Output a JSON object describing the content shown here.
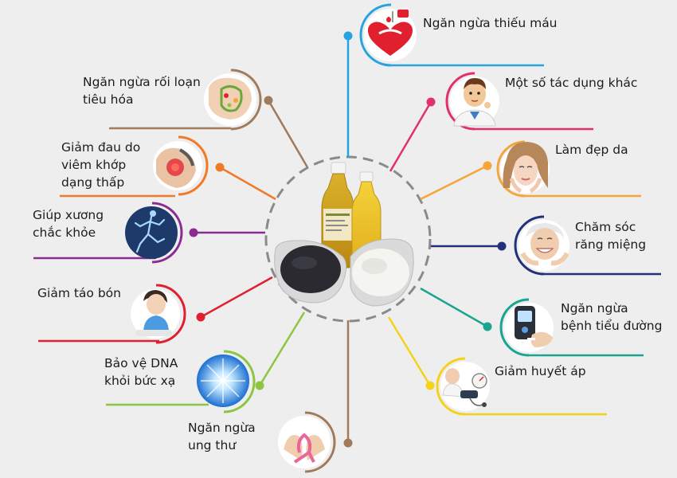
{
  "center": {
    "bottle_labels": [
      "",
      ""
    ]
  },
  "benefits": [
    {
      "id": "anemia",
      "lines": [
        "Ngăn ngừa thiếu máu"
      ],
      "color": "#27a3de",
      "icon": "heart-blood-drop-icon"
    },
    {
      "id": "other-effects",
      "lines": [
        "Một số tác dụng khác"
      ],
      "color": "#e1306c",
      "icon": "doctor-thinking-icon"
    },
    {
      "id": "skin",
      "lines": [
        "Làm đẹp da"
      ],
      "color": "#f5a53a",
      "icon": "woman-face-icon"
    },
    {
      "id": "oral-care",
      "lines": [
        "Chăm sóc",
        "răng miệng"
      ],
      "color": "#22317a",
      "icon": "smiling-elder-icon"
    },
    {
      "id": "diabetes",
      "lines": [
        "Ngăn ngừa",
        "bệnh tiểu đường"
      ],
      "color": "#1aa58e",
      "icon": "glucose-meter-icon"
    },
    {
      "id": "blood-pressure",
      "lines": [
        "Giảm huyết áp"
      ],
      "color": "#f2d21b",
      "icon": "blood-pressure-icon"
    },
    {
      "id": "cancer",
      "lines": [
        "Ngăn ngừa",
        "ung thư"
      ],
      "color": "#a07a5a",
      "icon": "pink-ribbon-hands-icon"
    },
    {
      "id": "dna-radiation",
      "lines": [
        "Bảo vệ DNA",
        "khỏi bức xạ"
      ],
      "color": "#8cc541",
      "icon": "sun-rays-icon"
    },
    {
      "id": "constipation",
      "lines": [
        "Giảm táo bón"
      ],
      "color": "#e0202f",
      "icon": "child-toilet-icon"
    },
    {
      "id": "bones",
      "lines": [
        "Giúp xương",
        "chắc khỏe"
      ],
      "color": "#8b2a93",
      "icon": "skeleton-runner-icon"
    },
    {
      "id": "arthritis",
      "lines": [
        "Giảm đau do",
        "viêm khớp",
        "dạng thấp"
      ],
      "color": "#f07a2a",
      "icon": "sore-knee-icon"
    },
    {
      "id": "digestion",
      "lines": [
        "Ngăn ngừa rối loạn",
        "tiêu hóa"
      ],
      "color": "#a07a5a",
      "icon": "stomach-vegetables-icon"
    }
  ]
}
